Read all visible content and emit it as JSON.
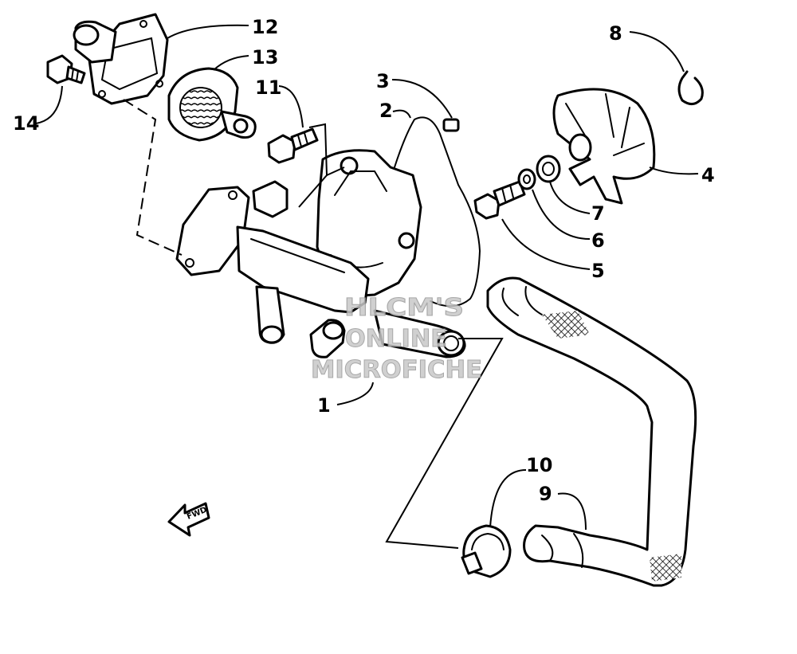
{
  "callouts": [
    "1",
    "2",
    "3",
    "4",
    "5",
    "6",
    "7",
    "8",
    "9",
    "10",
    "11",
    "12",
    "13",
    "14"
  ],
  "watermark": [
    "HLCM'S",
    "ONLINE",
    "MICROFICHE"
  ],
  "front_arrow_label": "FWD",
  "colors": {
    "line": "#000000",
    "background": "#ffffff",
    "watermark": "#c8c8c8"
  }
}
